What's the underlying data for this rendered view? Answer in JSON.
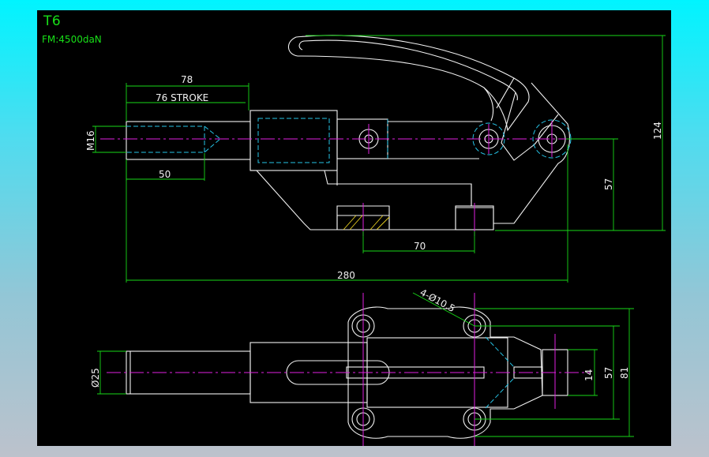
{
  "title": "T6",
  "force": "FM:4500daN",
  "dims": {
    "d78": "78",
    "stroke": "76 STROKE",
    "thread": "M16",
    "d50": "50",
    "d70": "70",
    "d280": "280",
    "d57": "57",
    "d124": "124",
    "holes": "4-Ø10.5",
    "dia25": "Ø25",
    "d14": "14",
    "d57b": "57",
    "d81": "81"
  },
  "colors": {
    "background": "#000000",
    "outline": "#f2f2f2",
    "centerline": "#e020e0",
    "hidden": "#26c4e6",
    "dimension": "#18d818",
    "hatch": "#e8d020"
  }
}
